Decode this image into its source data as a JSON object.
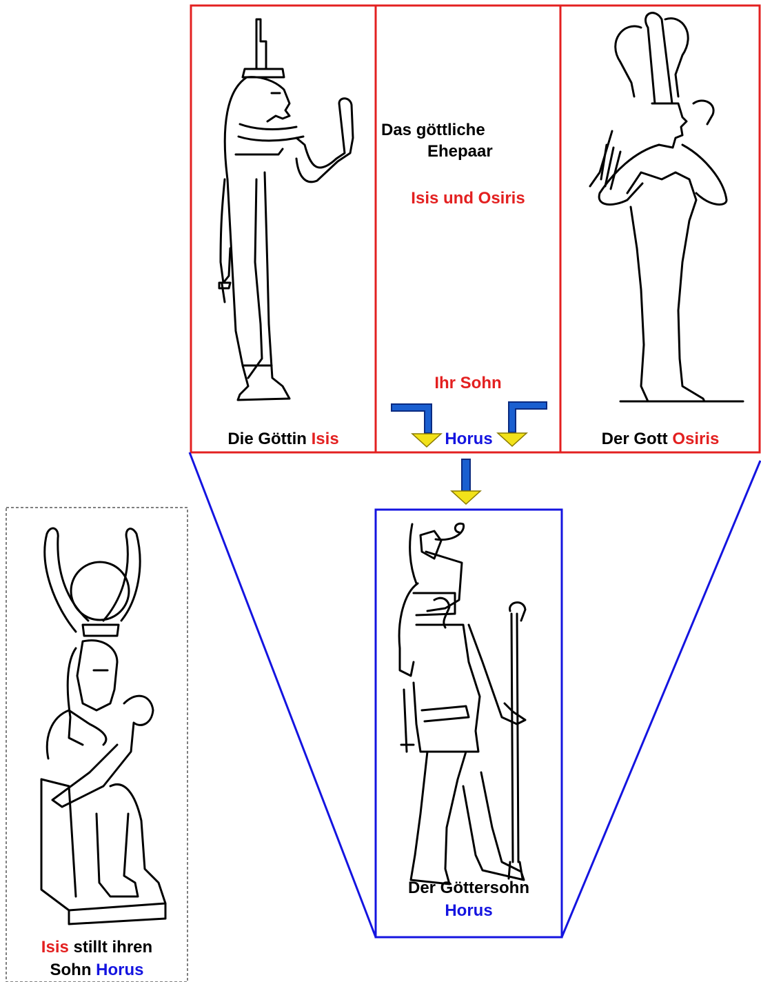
{
  "couple": {
    "line1": "Das göttliche",
    "line2": "Ehepaar",
    "names": "Isis und Osiris"
  },
  "isis_panel": {
    "caption_prefix": "Die Göttin",
    "caption_name": "Isis"
  },
  "osiris_panel": {
    "caption_prefix": "Der Gott",
    "caption_name": "Osiris"
  },
  "son": {
    "label": "Ihr Sohn",
    "name": "Horus"
  },
  "horus_panel": {
    "caption_line1": "Der Göttersohn",
    "caption_line2": "Horus"
  },
  "nursing_panel": {
    "name1": "Isis",
    "text_mid": "stillt ihren",
    "text_sohn": "Sohn",
    "name2": "Horus"
  },
  "colors": {
    "red": "#e32020",
    "blue": "#1414e0",
    "arrow_blue": "#1a5fd0",
    "arrow_yellow": "#f2e21a"
  }
}
